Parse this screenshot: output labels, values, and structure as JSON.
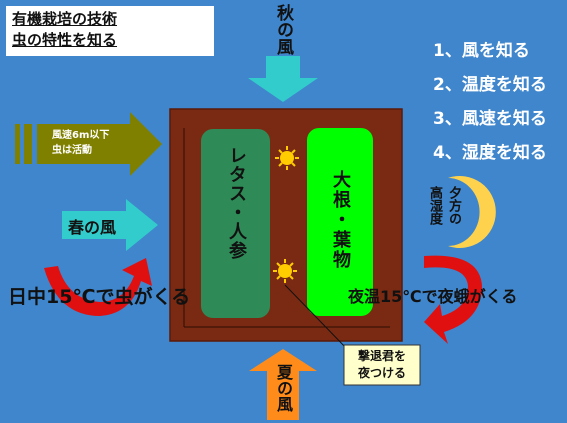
{
  "title": {
    "line1": "有機栽培の技術",
    "line2": "虫の特性を知る"
  },
  "points": [
    "1、風を知る",
    "2、温度を知る",
    "3、風速を知る",
    "4、湿度を知る"
  ],
  "winds": {
    "autumn": "秋の風",
    "spring": "春の風",
    "summer": "夏の風",
    "speed_line1": "風速6m以下",
    "speed_line2": "虫は活動"
  },
  "beds": {
    "left": "レタス・人参",
    "right": "大根・葉物"
  },
  "labels": {
    "day_temp": "日中15℃で虫がくる",
    "night_temp": "夜温15℃で夜蛾がくる",
    "evening": "夕方の",
    "humidity": "高湿度",
    "trap_line1": "撃退君を",
    "trap_line2": "夜つける"
  },
  "colors": {
    "background": "#3f86cc",
    "field": "#7a2a12",
    "left_bed": "#2e8b57",
    "right_bed": "#00ff00",
    "arrow_cyan": "#33cccc",
    "arrow_olive": "#808000",
    "arrow_orange": "#ff8c1a",
    "arrow_red": "#e01010",
    "moon": "#ffd24d",
    "sun": "#ffcc00",
    "note_box": "#ffffcc"
  }
}
